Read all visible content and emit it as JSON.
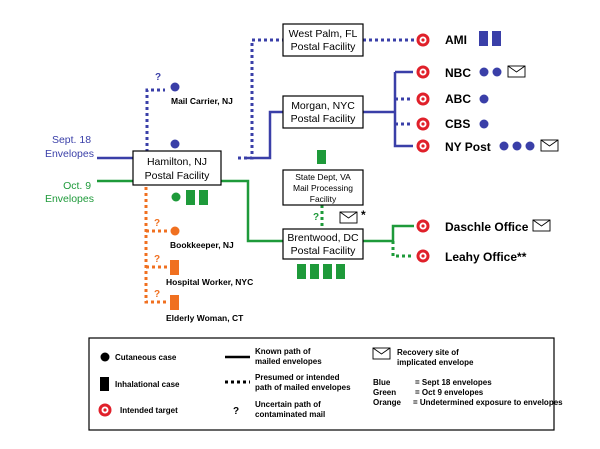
{
  "colors": {
    "blue": "#3a3fa8",
    "green": "#1e9a3a",
    "orange": "#f07020",
    "target": "#e0202a"
  },
  "envelopes": {
    "sept18": [
      "Sept. 18",
      "Envelopes"
    ],
    "oct9": [
      "Oct. 9",
      "Envelopes"
    ]
  },
  "facilities": {
    "hamilton": [
      "Hamilton, NJ",
      "Postal Facility"
    ],
    "west_palm": [
      "West Palm, FL",
      "Postal Facility"
    ],
    "morgan": [
      "Morgan, NYC",
      "Postal Facility"
    ],
    "state_dept": [
      "State Dept, VA",
      "Mail Processing",
      "Facility"
    ],
    "brentwood": [
      "Brentwood, DC",
      "Postal Facility"
    ]
  },
  "targets": {
    "ami": "AMI",
    "nbc": "NBC",
    "abc": "ABC",
    "cbs": "CBS",
    "ny_post": "NY Post",
    "daschle": "Daschle Office",
    "leahy": "Leahy Office**"
  },
  "people": {
    "mail_carrier": "Mail Carrier, NJ",
    "bookkeeper": "Bookkeeper, NJ",
    "hospital_worker": "Hospital Worker, NYC",
    "elderly_woman": "Elderly Woman, CT"
  },
  "marks": {
    "question": "?",
    "asterisk": "*"
  },
  "legend": {
    "cutaneous": "Cutaneous case",
    "inhalational": "Inhalational case",
    "intended": "Intended target",
    "known_path": [
      "Known path of",
      "mailed envelopes"
    ],
    "presumed_path": [
      "Presumed or intended",
      "path of mailed envelopes"
    ],
    "uncertain": [
      "Uncertain path of",
      "contaminated mail"
    ],
    "recovery": [
      "Recovery site of",
      "implicated envelope"
    ],
    "color_key": [
      {
        "name": "Blue",
        "desc": "= Sept 18 envelopes"
      },
      {
        "name": "Green",
        "desc": "= Oct 9 envelopes"
      },
      {
        "name": "Orange",
        "desc": "= Undetermined exposure to envelopes"
      }
    ]
  }
}
